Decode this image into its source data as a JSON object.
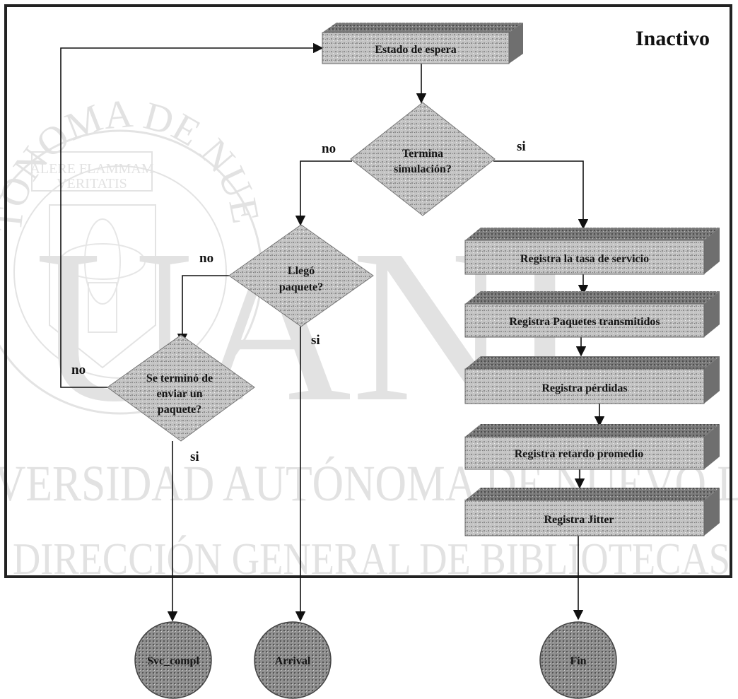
{
  "title": "Inactivo",
  "watermark": {
    "seal_top": "TONOMA DE NUEVO",
    "seal_motto_1": "ALERE FLAMMAM",
    "seal_motto_2": "VERITATIS",
    "line_1": "VERSIDAD AUTÓNOMA DE NUEVO L",
    "line_2": "DIRECCIÓN GENERAL DE BIBLIOTECAS",
    "big_letters": "UANL"
  },
  "nodes": {
    "estado_espera": "Estado de espera",
    "termina_line1": "Termina",
    "termina_line2": "simulación?",
    "llego_line1": "Llegó",
    "llego_line2": "paquete?",
    "termino_line1": "Se terminó de",
    "termino_line2": "enviar un",
    "termino_line3": "paquete?",
    "reg_tasa": "Registra  la tasa de servicio",
    "reg_paquetes": "Registra Paquetes transmitidos",
    "reg_perdidas": "Registra pérdidas",
    "reg_retardo": "Registra  retardo promedio",
    "reg_jitter": "Registra Jitter",
    "svc_compl": "Svc_compl",
    "arrival": "Arrival",
    "fin": "Fin"
  },
  "edge_labels": {
    "termina_no": "no",
    "termina_si": "si",
    "llego_no": "no",
    "llego_si": "si",
    "termino_no": "no",
    "termino_si": "si"
  },
  "colors": {
    "box_fill": "#bdbdbd",
    "box_dark": "#7d7d7d",
    "circle_fill": "#8a8a8a",
    "line": "#111111"
  }
}
